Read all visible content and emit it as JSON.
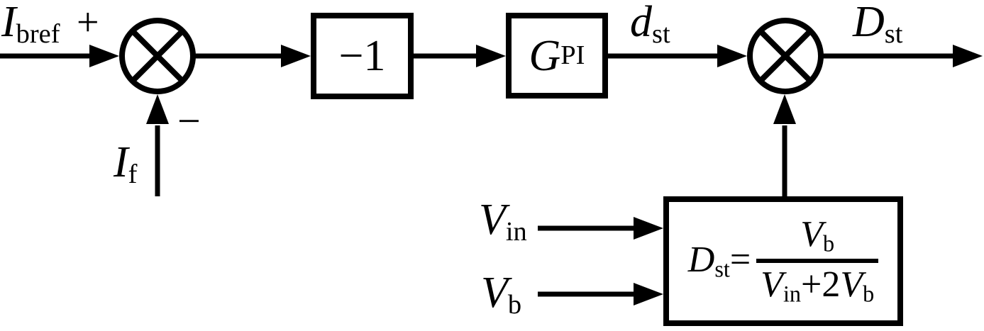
{
  "colors": {
    "ink": "#000000",
    "background": "#ffffff"
  },
  "icons": {
    "sum_junction": "circle-with-x",
    "multiply_junction": "circle-with-x",
    "arrowhead": "filled-triangle"
  },
  "labels": {
    "ibref": {
      "base": "I",
      "sub": "bref"
    },
    "plus_sign": "+",
    "ifb": {
      "base": "I",
      "sub": "f"
    },
    "minus_sign": "−",
    "inverter_block": "−1",
    "pi_block": {
      "base": "G",
      "sub": "PI"
    },
    "dst_signal": {
      "base": "d",
      "sub": "st"
    },
    "dst_output": {
      "base": "D",
      "sub": "st"
    },
    "vin": {
      "base": "V",
      "sub": "in"
    },
    "vb": {
      "base": "V",
      "sub": "b"
    },
    "formula": {
      "lhs_base": "D",
      "lhs_sub": "st",
      "equals": "=",
      "num_base": "V",
      "num_sub": "b",
      "den_first_base": "V",
      "den_first_sub": "in",
      "den_op": "+2",
      "den_second_base": "V",
      "den_second_sub": "b"
    }
  }
}
